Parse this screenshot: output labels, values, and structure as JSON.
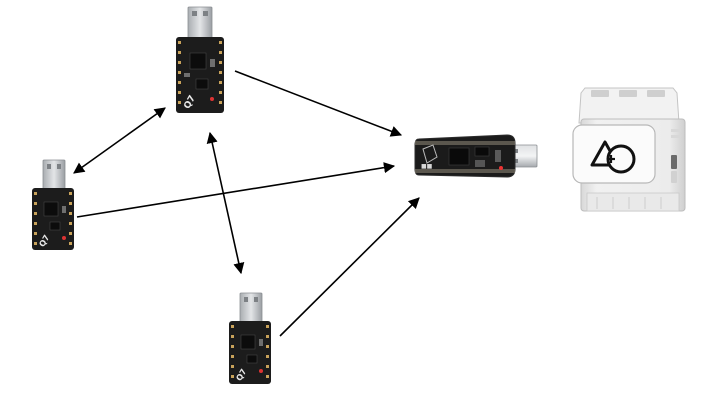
{
  "diagram": {
    "nodes": [
      {
        "id": "node-top",
        "kind": "usb-dongle",
        "marking": "Q7"
      },
      {
        "id": "node-left",
        "kind": "usb-dongle",
        "marking": "Q7"
      },
      {
        "id": "node-bottom",
        "kind": "usb-dongle",
        "marking": "Q7"
      },
      {
        "id": "gateway-stick",
        "kind": "usb-stick"
      },
      {
        "id": "din-rail-module",
        "kind": "din-rail-device",
        "logo": "triangle-circle-plus-logo"
      }
    ],
    "edges": [
      {
        "from": "node-top",
        "to": "gateway-stick",
        "direction": "one-way"
      },
      {
        "from": "node-left",
        "to": "gateway-stick",
        "direction": "one-way"
      },
      {
        "from": "node-bottom",
        "to": "gateway-stick",
        "direction": "one-way"
      },
      {
        "from": "node-top",
        "to": "node-left",
        "direction": "two-way"
      },
      {
        "from": "node-top",
        "to": "node-bottom",
        "direction": "two-way"
      }
    ],
    "colors": {
      "arrow": "#000000",
      "pcb": "#1c1c1c",
      "usb_metal": "#c9cccf",
      "module_body": "#e7e7e7"
    }
  }
}
